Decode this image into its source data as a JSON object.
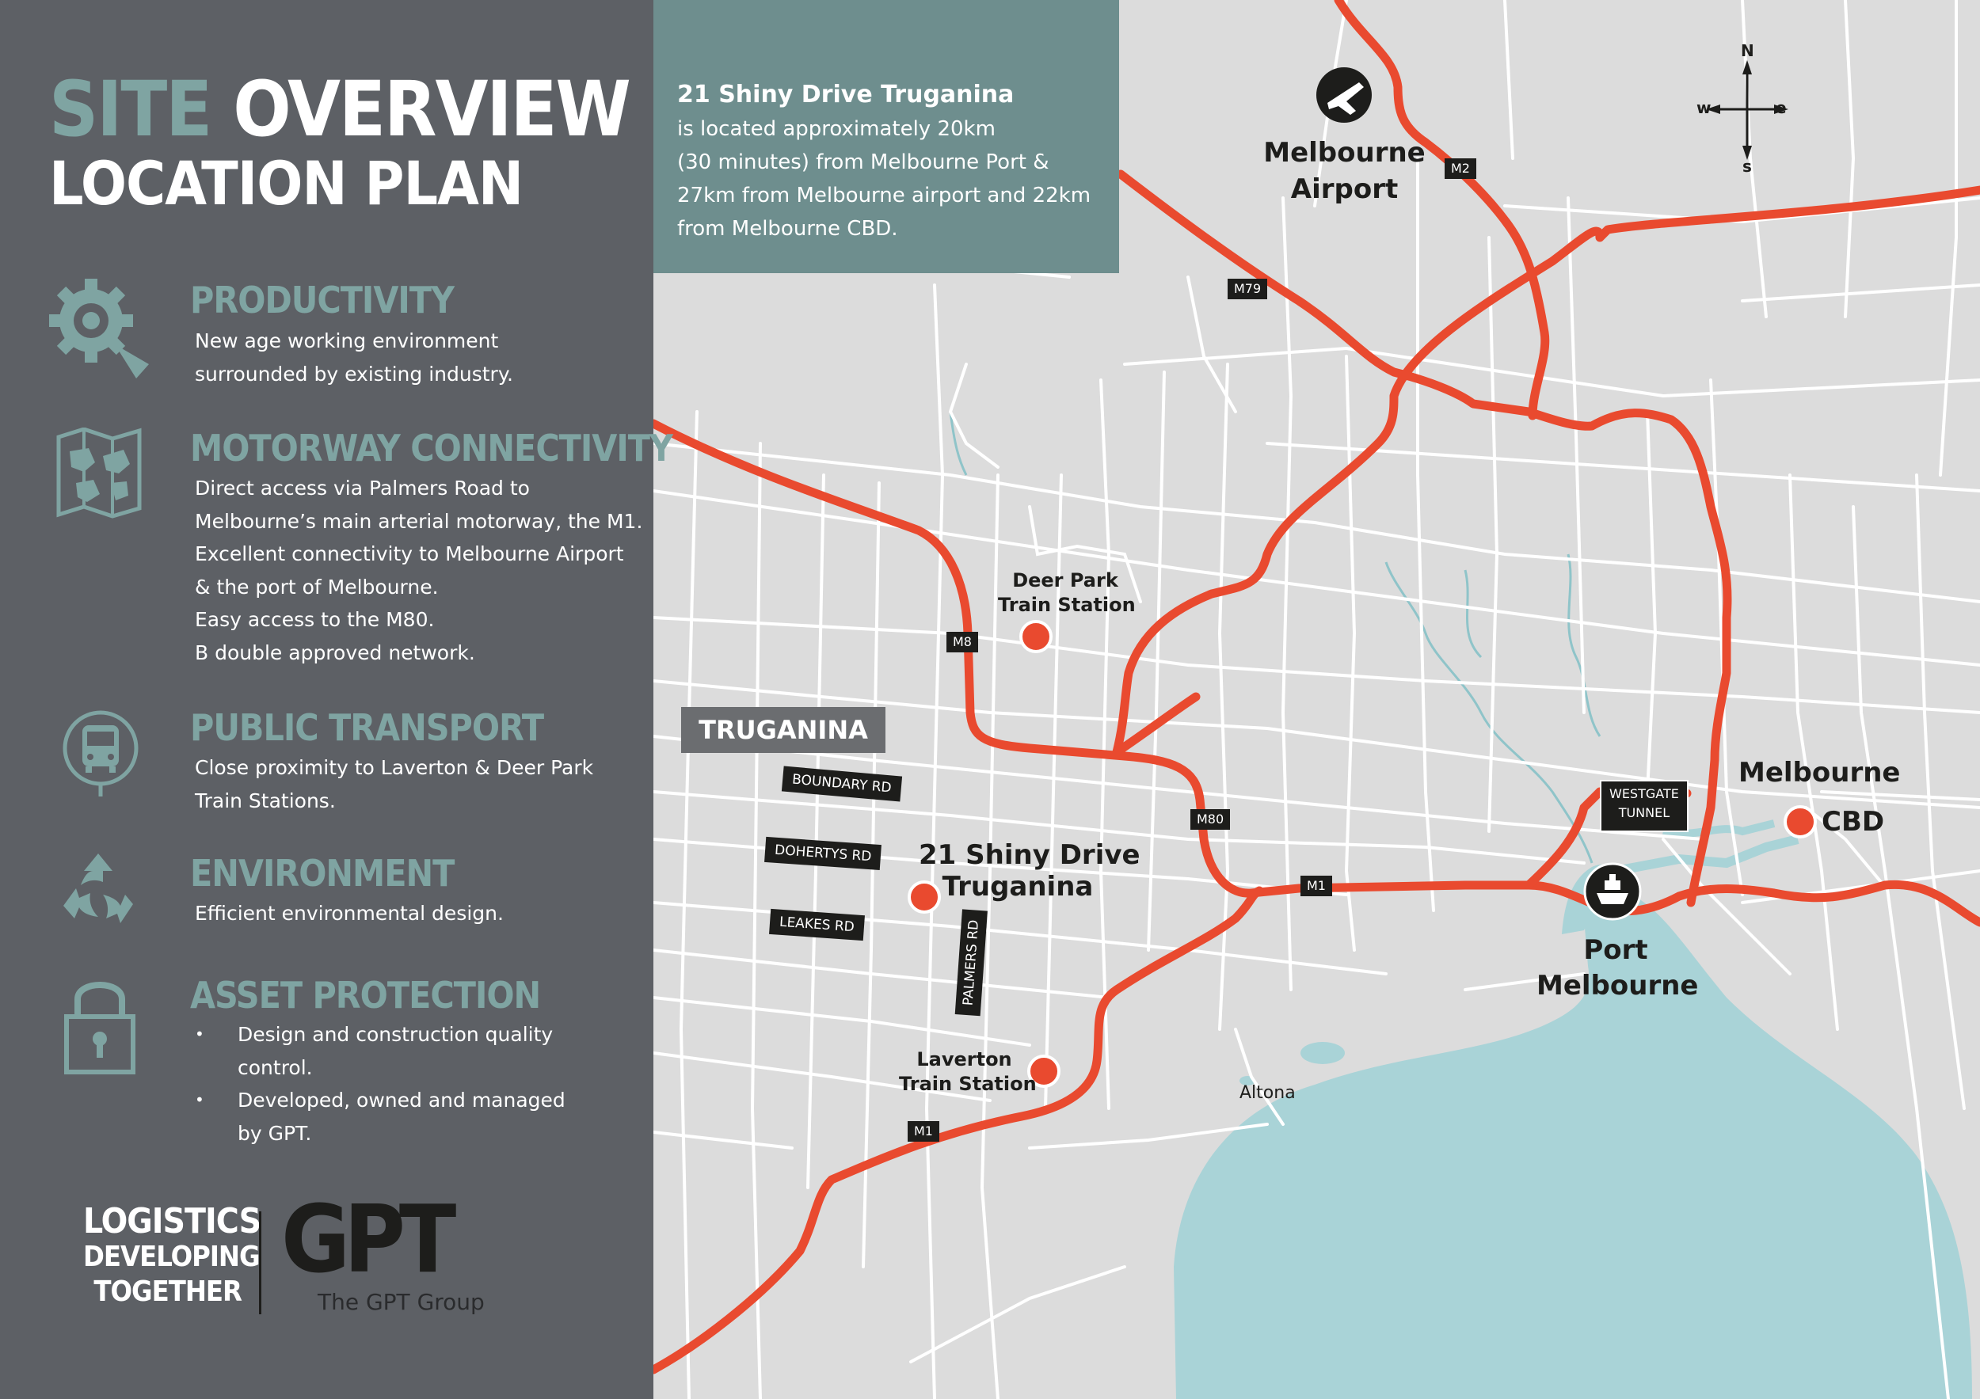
{
  "sidebar": {
    "title_accent": "SITE",
    "title_main": "OVERVIEW",
    "subtitle": "LOCATION PLAN",
    "features": [
      {
        "icon": "gear-icon",
        "title": "PRODUCTIVITY",
        "lines": [
          "New age working environment",
          "surrounded by existing industry."
        ]
      },
      {
        "icon": "map-icon",
        "title": "MOTORWAY CONNECTIVITY",
        "lines": [
          "Direct access via Palmers Road to",
          "Melbourne’s main arterial motorway, the M1.",
          "Excellent connectivity to Melbourne Airport",
          "& the port of Melbourne.",
          "Easy access to the M80.",
          "B double approved network."
        ]
      },
      {
        "icon": "bus-icon",
        "title": "PUBLIC TRANSPORT",
        "lines": [
          "Close proximity to Laverton & Deer Park",
          "Train Stations."
        ]
      },
      {
        "icon": "recycle-icon",
        "title": "ENVIRONMENT",
        "lines": [
          "Efficient environmental design."
        ]
      },
      {
        "icon": "padlock-icon",
        "title": "ASSET PROTECTION",
        "bullets": [
          [
            "Design and construction quality",
            "control."
          ],
          [
            "Developed, owned and managed",
            "by GPT."
          ]
        ]
      }
    ],
    "logo": {
      "line1": "LOGISTICS",
      "line2": "DEVELOPING",
      "line3": "TOGETHER",
      "brand": "GPT",
      "brand_sub": "The GPT Group"
    }
  },
  "infobox": {
    "title": "21 Shiny Drive Truganina",
    "lines": [
      "is located approximately 20km",
      "(30 minutes) from Melbourne Port &",
      "27km from Melbourne airport and 22km",
      "from Melbourne CBD."
    ]
  },
  "map": {
    "compass": {
      "n": "N",
      "s": "s",
      "e": "e",
      "w": "w"
    },
    "suburb": "TRUGANINA",
    "airport": {
      "line1": "Melbourne",
      "line2": "Airport",
      "icon": "airplane-icon"
    },
    "port": {
      "line1": "Port",
      "line2": "Melbourne",
      "icon": "ship-icon"
    },
    "cbd": {
      "line1": "Melbourne",
      "line2": "CBD"
    },
    "site": {
      "line1": "21 Shiny Drive",
      "line2": "Truganina"
    },
    "deer_park": {
      "line1": "Deer Park",
      "line2": "Train Station"
    },
    "laverton": {
      "line1": "Laverton",
      "line2": "Train Station"
    },
    "altona": "Altona",
    "shields": {
      "m2": "M2",
      "m79": "M79",
      "m8": "M8",
      "m80": "M80",
      "m1_a": "M1",
      "m1_b": "M1"
    },
    "westgate": {
      "line1": "WESTGATE",
      "line2": "TUNNEL"
    },
    "roads": {
      "boundary": "BOUNDARY RD",
      "dohertys": "DOHERTYS RD",
      "leakes": "LEAKES RD",
      "palmers": "PALMERS RD"
    },
    "colors": {
      "freeway": "#e94a2f",
      "water": "#a9d3d7",
      "land": "#dcdcdc",
      "sidebar": "#5d6065",
      "accent": "#7fa4a2",
      "infobox": "#6e8e8e"
    }
  }
}
